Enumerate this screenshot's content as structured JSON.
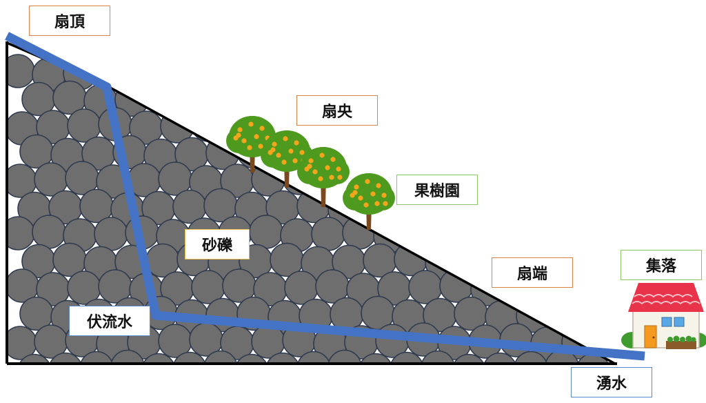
{
  "labels": {
    "fan_apex": "扇頂",
    "fan_middle": "扇央",
    "orchard": "果樹園",
    "gravel": "砂礫",
    "fan_toe": "扇端",
    "settlement": "集落",
    "underflow": "伏流水",
    "spring": "湧水"
  },
  "colors": {
    "gravel_fill": "#6e6e6e",
    "gravel_stroke": "#2f3a4f",
    "water_path": "#4472c4",
    "ground_line": "#000000",
    "tree_leaves": "#4e9a1e",
    "tree_fruit": "#f3a51c",
    "house_roof": "#e8334a"
  }
}
